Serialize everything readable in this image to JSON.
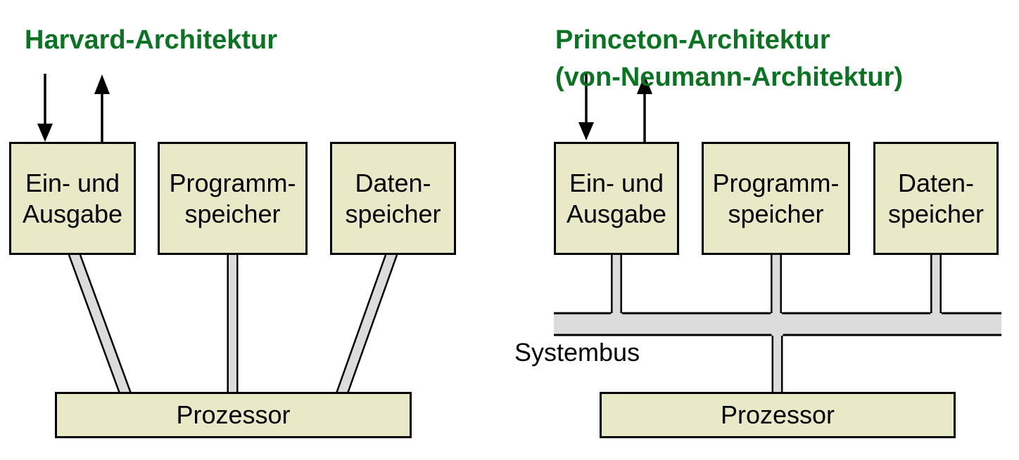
{
  "colors": {
    "title_green": "#0b7423",
    "box_fill": "#e9e9c8",
    "box_border": "#000000",
    "connector_fill": "#dcdcdc",
    "background": "#ffffff"
  },
  "harvard": {
    "title": "Harvard-Architektur",
    "boxes": {
      "io": "Ein- und\nAusgabe",
      "program": "Programm-\nspeicher",
      "data": "Daten-\nspeicher",
      "processor": "Prozessor"
    }
  },
  "princeton": {
    "title": "Princeton-Architektur\n(von-Neumann-Architektur)",
    "boxes": {
      "io": "Ein- und\nAusgabe",
      "program": "Programm-\nspeicher",
      "data": "Daten-\nspeicher",
      "processor": "Prozessor"
    },
    "bus_label": "Systembus"
  },
  "icons": {
    "input_arrow": "arrow-down",
    "output_arrow": "arrow-up"
  }
}
